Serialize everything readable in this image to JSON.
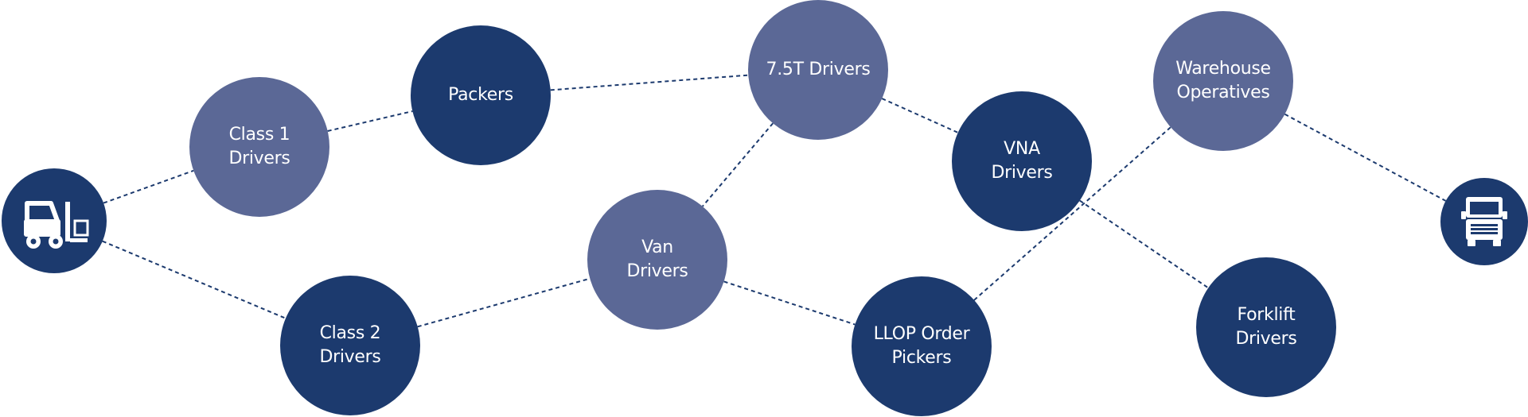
{
  "diagram": {
    "nodes": [
      {
        "id": "class1",
        "label": "Class 1\nDrivers"
      },
      {
        "id": "packers",
        "label": "Packers"
      },
      {
        "id": "drivers75t",
        "label": "7.5T Drivers"
      },
      {
        "id": "van",
        "label": "Van\nDrivers"
      },
      {
        "id": "class2",
        "label": "Class 2\nDrivers"
      },
      {
        "id": "vna",
        "label": "VNA\nDrivers"
      },
      {
        "id": "llop",
        "label": "LLOP Order\nPickers"
      },
      {
        "id": "warehouse",
        "label": "Warehouse\nOperatives"
      },
      {
        "id": "forklift",
        "label": "Forklift\nDrivers"
      }
    ],
    "icons": [
      {
        "id": "forklift_icon",
        "icon": "forklift-icon"
      },
      {
        "id": "truck_icon",
        "icon": "truck-icon"
      }
    ],
    "edges": [
      [
        "forklift_icon",
        "class1"
      ],
      [
        "forklift_icon",
        "class2"
      ],
      [
        "class1",
        "packers"
      ],
      [
        "packers",
        "drivers75t"
      ],
      [
        "drivers75t",
        "vna"
      ],
      [
        "drivers75t",
        "van"
      ],
      [
        "class2",
        "van"
      ],
      [
        "van",
        "llop"
      ],
      [
        "llop",
        "warehouse"
      ],
      [
        "vna",
        "forklift"
      ],
      [
        "warehouse",
        "truck_icon"
      ]
    ],
    "colors": {
      "dark": "#1c3a6e",
      "light": "#5b6896",
      "line": "#1c3a6e"
    }
  }
}
